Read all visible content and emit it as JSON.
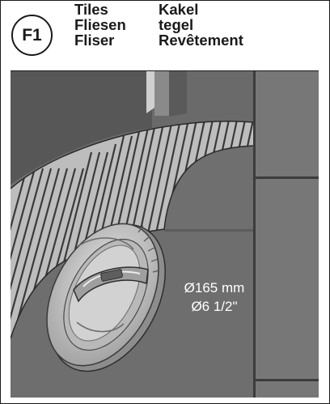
{
  "header": {
    "badge_label": "F1",
    "terms": {
      "en": "Tiles",
      "de": "Fliesen",
      "da": "Fliser",
      "nl_kakel": "Kakel",
      "nl_tegel": "tegel",
      "fr": "Revêtement"
    }
  },
  "illustration": {
    "dimension_metric": "Ø165 mm",
    "dimension_imperial": "Ø6 1/2\""
  }
}
